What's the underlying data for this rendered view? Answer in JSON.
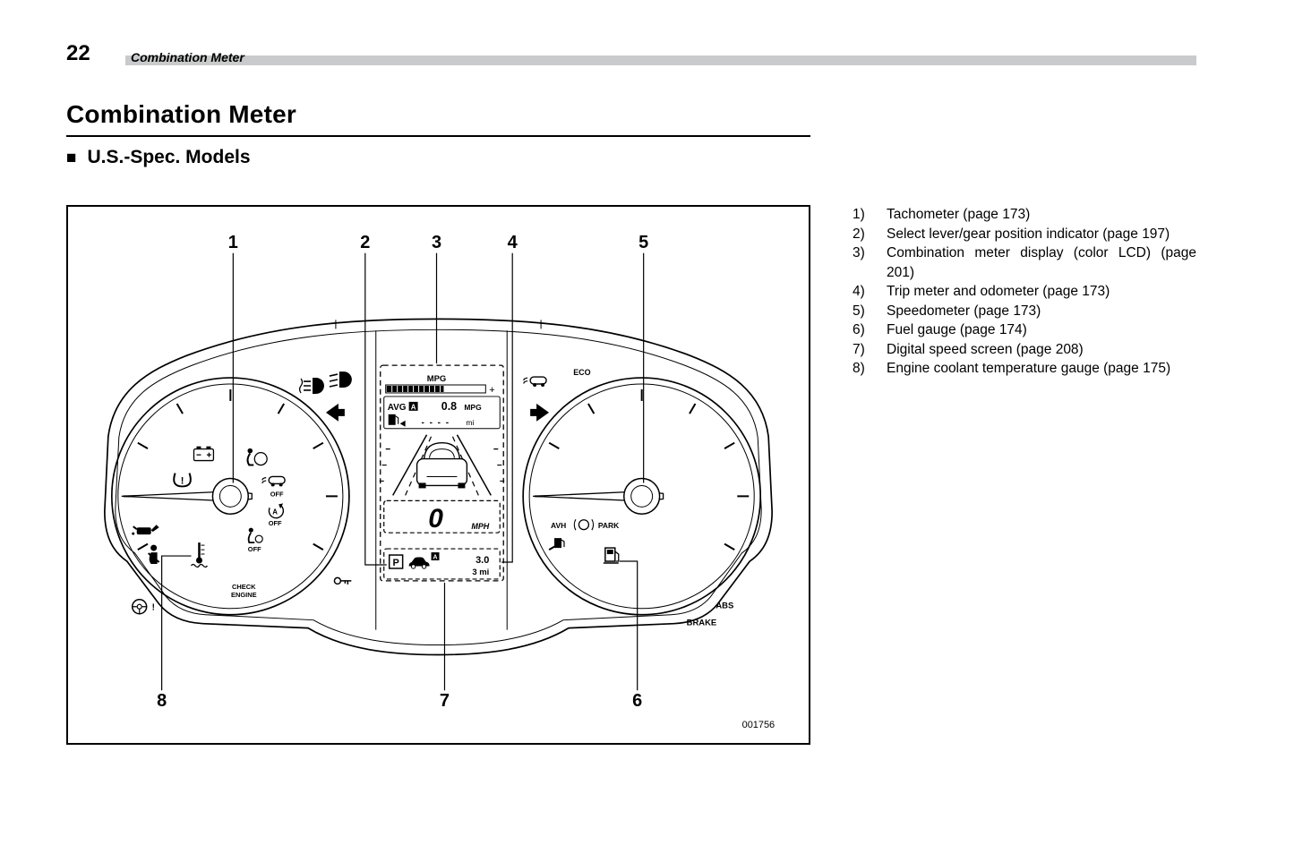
{
  "header": {
    "page_number": "22",
    "running_title": "Combination Meter"
  },
  "title": "Combination Meter",
  "subsection": {
    "marker": "■",
    "label": "U.S.-Spec. Models"
  },
  "colors": {
    "header_bar": "#c9cacb",
    "ink": "#000000",
    "paper": "#ffffff"
  },
  "figure": {
    "code": "001756",
    "callouts": {
      "c1": "1",
      "c2": "2",
      "c3": "3",
      "c4": "4",
      "c5": "5",
      "c6": "6",
      "c7": "7",
      "c8": "8"
    },
    "lcd": {
      "mpg_label": "MPG",
      "bar_plus": "+",
      "avg_label": "AVG",
      "badge_a": "A",
      "avg_value": "0.8",
      "avg_unit": "MPG",
      "range_value": "- - - -",
      "range_unit": "mi",
      "speed_value": "0",
      "speed_unit": "MPH",
      "gear_position": "P",
      "trip_value": "3.0",
      "odo_value": "3 mi"
    },
    "labels": {
      "check": "CHECK",
      "engine": "ENGINE",
      "abs": "ABS",
      "brake": "BRAKE",
      "avh": "AVH",
      "park": "PARK",
      "eco": "ECO",
      "off": "OFF",
      "a": "A"
    },
    "symbols": {
      "exclaim": "!"
    },
    "icons": [
      "battery-warning",
      "tpms-warning",
      "airbag-warning",
      "vdc-off",
      "auto-start-stop-off",
      "srs-off",
      "oil-pressure-warning",
      "seatbelt-warning",
      "power-steering-warning",
      "security-indicator",
      "fog-light",
      "headlight",
      "left-turn-signal",
      "right-turn-signal",
      "vdc-operation",
      "brake-hold",
      "fuel-low",
      "fuel-gauge",
      "coolant-temp",
      "car-rear-view",
      "car-side",
      "fuel-pump"
    ]
  },
  "legend": [
    {
      "num": "1)",
      "text": "Tachometer (page 173)"
    },
    {
      "num": "2)",
      "text": "Select lever/gear position indicator (page 197)"
    },
    {
      "num": "3)",
      "text": "Combination meter display (color LCD) (page 201)"
    },
    {
      "num": "4)",
      "text": "Trip meter and odometer (page 173)"
    },
    {
      "num": "5)",
      "text": "Speedometer (page 173)"
    },
    {
      "num": "6)",
      "text": "Fuel gauge (page 174)"
    },
    {
      "num": "7)",
      "text": "Digital speed screen (page 208)"
    },
    {
      "num": "8)",
      "text": "Engine coolant temperature gauge (page 175)"
    }
  ]
}
